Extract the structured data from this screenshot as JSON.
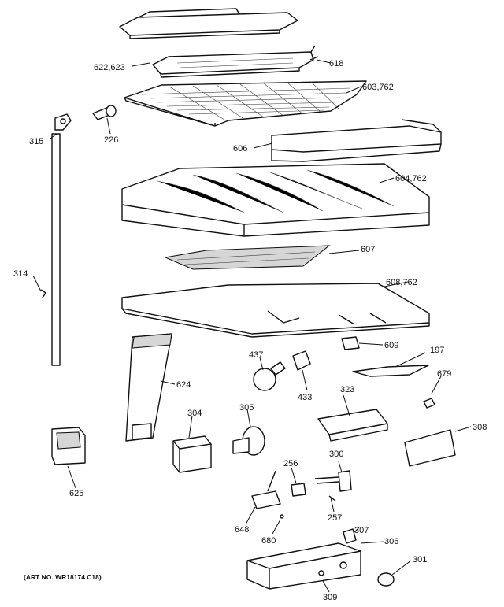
{
  "diagram": {
    "callouts": {
      "c622": "622,623",
      "c618": "618",
      "c603": "603,762",
      "c315": "315",
      "c226": "226",
      "c606": "606",
      "c604": "604,762",
      "c607": "607",
      "c314": "314",
      "c608": "608,762",
      "c609": "609",
      "c437": "437",
      "c197": "197",
      "c624": "624",
      "c433": "433",
      "c323": "323",
      "c679": "679",
      "c304": "304",
      "c305": "305",
      "c308": "308",
      "c625": "625",
      "c256": "256",
      "c300": "300",
      "c257": "257",
      "c648": "648",
      "c680": "680",
      "c307": "307",
      "c306": "306",
      "c301": "301",
      "c309": "309"
    },
    "art_number": "(ART NO. WR18174 C18)"
  }
}
